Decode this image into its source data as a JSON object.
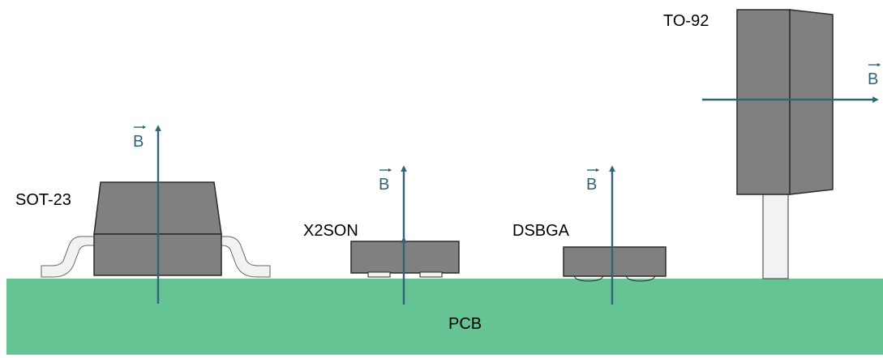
{
  "colors": {
    "pcb": "#65c394",
    "package_body": "#808080",
    "package_stroke": "#2a2a2a",
    "lead": "#f2f2f2",
    "field_arrow": "#2f6577",
    "text": "#000000"
  },
  "pcb_label": "PCB",
  "field_symbol": "B",
  "packages": [
    {
      "name": "SOT-23",
      "field_direction": "vertical"
    },
    {
      "name": "X2SON",
      "field_direction": "vertical"
    },
    {
      "name": "DSBGA",
      "field_direction": "vertical"
    },
    {
      "name": "TO-92",
      "field_direction": "horizontal"
    }
  ]
}
